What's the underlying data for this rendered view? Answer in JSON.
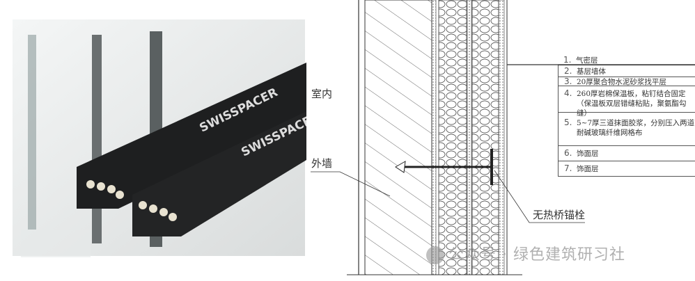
{
  "photo": {
    "brand_text": "SWISSPACER"
  },
  "diagram": {
    "label_indoor": "室内",
    "label_exterior_wall": "外墙",
    "label_anchor": "无热桥锚栓",
    "legend": [
      {
        "num": "1.",
        "text": "气密层"
      },
      {
        "num": "2.",
        "text": "基层墙体"
      },
      {
        "num": "3.",
        "text": "20厚聚合物水泥砂浆找平层"
      },
      {
        "num": "4.",
        "text": "260厚岩棉保温板，粘钉结合固定",
        "text2": "（保温板双层错缝粘贴，聚氨酯勾缝）"
      },
      {
        "num": "5.",
        "text": "5~7厚三道抹面胶浆，分别压入两道",
        "text2": "耐碱玻璃纤维网格布"
      },
      {
        "num": "6.",
        "text": "饰面层"
      },
      {
        "num": "7.",
        "text": "饰面层"
      }
    ]
  },
  "watermark": "公众号 · 绿色建筑研习社"
}
